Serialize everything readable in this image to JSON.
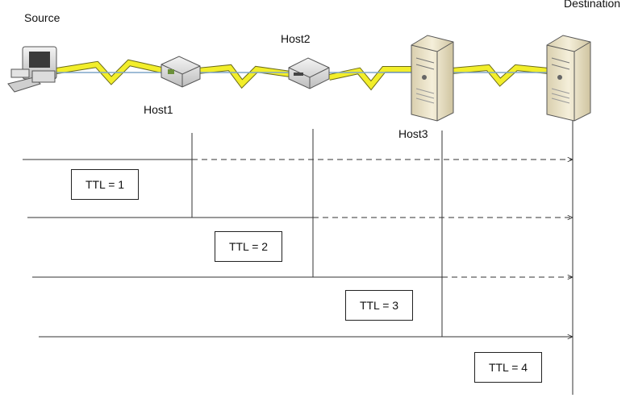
{
  "nodes": {
    "source": "Source",
    "host1": "Host1",
    "host2": "Host2",
    "host3": "Host3",
    "destination": "Destination"
  },
  "probes": [
    {
      "label": "TTL = 1",
      "reaches": "Host1"
    },
    {
      "label": "TTL = 2",
      "reaches": "Host2"
    },
    {
      "label": "TTL = 3",
      "reaches": "Host3"
    },
    {
      "label": "TTL = 4",
      "reaches": "Destination"
    }
  ],
  "colors": {
    "line": "#333333",
    "link": "#7fa6c9",
    "bolt": "#f2ee2a",
    "bolt_edge": "#6b6b1a",
    "device": "#e8e8e8",
    "server": "#efe6c8"
  },
  "icons": [
    "desktop-computer-icon",
    "router-icon",
    "switch-icon",
    "server-icon",
    "server-icon"
  ]
}
